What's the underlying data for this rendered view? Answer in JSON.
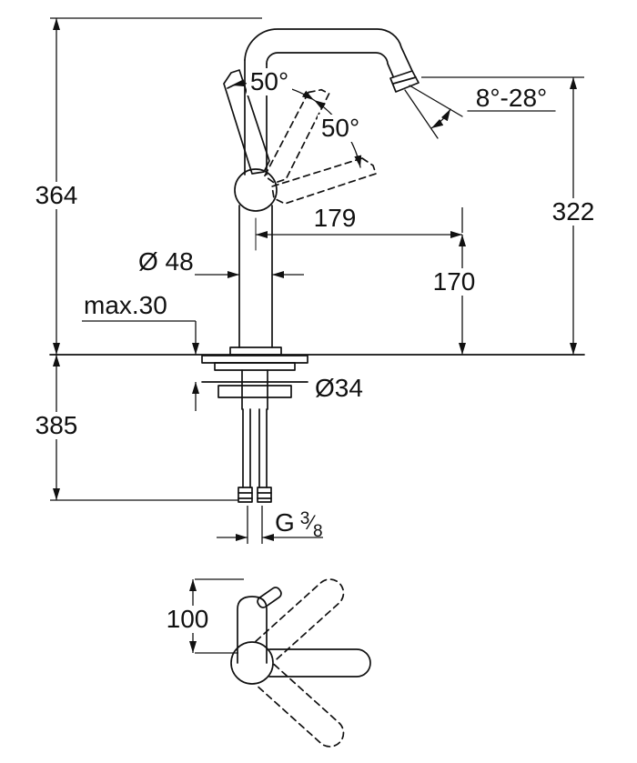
{
  "drawing_title": "faucet-dimension-drawing",
  "labels": {
    "d364": "364",
    "d385": "385",
    "d322": "322",
    "d179": "179",
    "d170": "170",
    "dia48": "Ø 48",
    "max30": "max.30",
    "dia34": "Ø34",
    "d100": "100",
    "angle_top": "50°",
    "angle_side": "50°",
    "angle_outlet": "8°-28°",
    "gthread": {
      "g": "G",
      "num": "3",
      "slash": "⁄",
      "den": "8"
    }
  },
  "colors": {
    "ink": "#111111",
    "paper": "#ffffff"
  }
}
